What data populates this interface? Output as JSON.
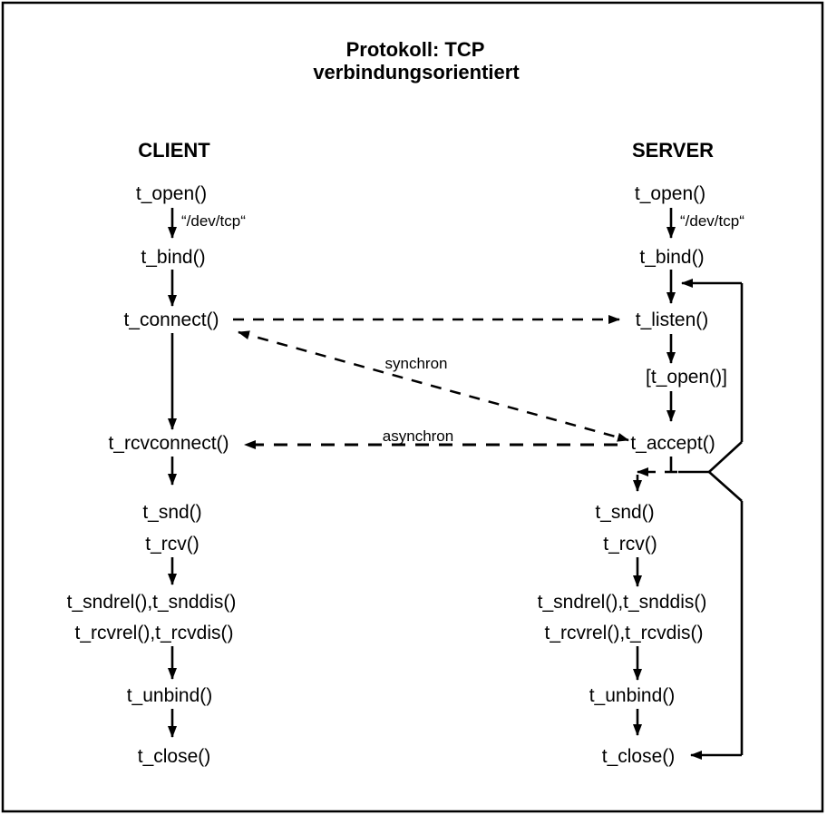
{
  "diagram": {
    "title_line1": "Protokoll: TCP",
    "title_line2": "verbindungsorientiert",
    "client": {
      "heading": "CLIENT",
      "t_open": "t_open()",
      "dev_tcp": "“/dev/tcp“",
      "t_bind": "t_bind()",
      "t_connect": "t_connect()",
      "t_rcvconnect": "t_rcvconnect()",
      "t_snd": "t_snd()",
      "t_rcv": "t_rcv()",
      "t_sndrel_snddis": "t_sndrel(),t_snddis()",
      "t_rcvrel_rcvdis": "t_rcvrel(),t_rcvdis()",
      "t_unbind": "t_unbind()",
      "t_close": "t_close()"
    },
    "server": {
      "heading": "SERVER",
      "t_open": "t_open()",
      "dev_tcp": "“/dev/tcp“",
      "t_bind": "t_bind()",
      "t_listen": "t_listen()",
      "t_open_optional": "[t_open()]",
      "t_accept": "t_accept()",
      "t_snd": "t_snd()",
      "t_rcv": "t_rcv()",
      "t_sndrel_snddis": "t_sndrel(),t_snddis()",
      "t_rcvrel_rcvdis": "t_rcvrel(),t_rcvdis()",
      "t_unbind": "t_unbind()",
      "t_close": "t_close()"
    },
    "connection_labels": {
      "synchron": "synchron",
      "asynchron": "asynchron"
    },
    "colors": {
      "line": "#000000",
      "background": "#ffffff"
    }
  }
}
